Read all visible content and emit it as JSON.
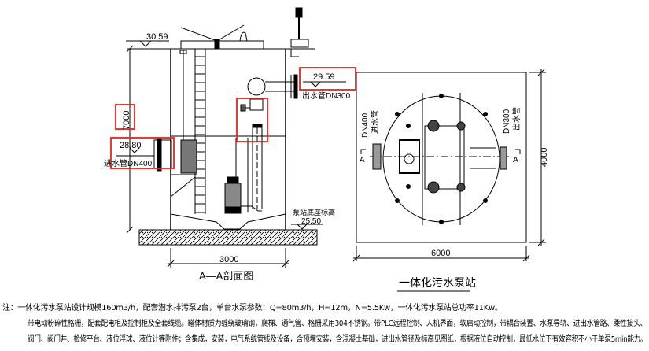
{
  "section": {
    "top_elevation": "30.59",
    "height_dim": "7000",
    "inlet_elevation": "28.80",
    "inlet_label": "进水管DN400",
    "outlet_elevation": "29.59",
    "outlet_label": "出水管DN300",
    "base_label": "泵站底座标高",
    "base_elevation": "25.50",
    "width_dim": "3000",
    "title": "A—A剖面图"
  },
  "plan": {
    "inlet_size": "DN400",
    "inlet_name": "进水管",
    "outlet_size": "DN300",
    "outlet_name": "出水管",
    "section_mark": "A",
    "width_dim": "6000",
    "height_dim": "4000",
    "title": "一体化污水泵站"
  },
  "notes": [
    "注：一体化污水泵站设计规模160m3/h，配套潜水排污泵2台，单台水泵参数：Q=80m3/h，H=12m，N=5.5Kw，一体化污水泵站总功率11Kw。",
    "带电动粉碎性格栅，配套配电柜及控制柜及全套线缆。罐体材质为缠绕玻璃钢，爬梯、通气管、格栅采用304不锈钢。带PLC远程控制、人机界面，软启动控制，带耦合装置、水泵导轨、进出水管路、柔性接头、",
    "阀门、阀门井、检修平台、液位浮球、液位计等附件；含集成，安装，电气系统管线及设备，含预埋安装，含混凝土基础，进出水管径及标高见图纸，根据液位自动控制，最低水位下有效容积不小于单泵5min能力。"
  ],
  "colors": {
    "highlight": "#e8231f",
    "line": "#000000"
  }
}
